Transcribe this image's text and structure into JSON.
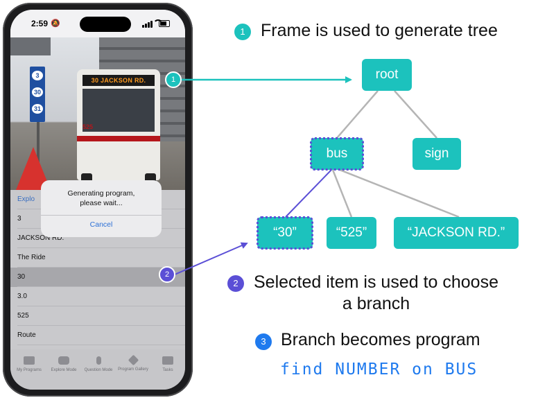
{
  "phone": {
    "status_time": "2:59",
    "bus_sign": "30 JACKSON RD.",
    "bus_number": "525",
    "route_sign_numbers": [
      "3",
      "30",
      "31"
    ],
    "list_items": [
      "Explo",
      "3",
      "JACKSON RD.",
      "The Ride",
      "30",
      "3.0",
      "525",
      "Route"
    ],
    "selected_index": 4,
    "alert": {
      "title": "Generating program,\nplease wait...",
      "cancel": "Cancel"
    },
    "tabs": [
      "My Programs",
      "Explore Mode",
      "Question Mode",
      "Program Gallery",
      "Tasks"
    ],
    "tab_icons": [
      "grid-icon",
      "camera-icon",
      "mic-icon",
      "layers-icon",
      "photo-icon"
    ]
  },
  "steps": [
    {
      "number": "1",
      "text": "Frame is used to generate tree",
      "color": "#1cc2bd"
    },
    {
      "number": "2",
      "text": "Selected item is used to choose\na branch",
      "color": "#5b4fd6"
    },
    {
      "number": "3",
      "text": "Branch becomes program",
      "color": "#1f7aee"
    }
  ],
  "program": "find NUMBER on BUS",
  "tree": {
    "root": "root",
    "level1": [
      "bus",
      "sign"
    ],
    "level2": [
      "“30”",
      "“525”",
      "“JACKSON RD.”"
    ],
    "selected": [
      "bus",
      "“30”"
    ]
  },
  "colors": {
    "teal": "#1cc2bd",
    "purple": "#5b4fd6",
    "blue": "#1f7aee",
    "edge": "#b5b5b5"
  }
}
